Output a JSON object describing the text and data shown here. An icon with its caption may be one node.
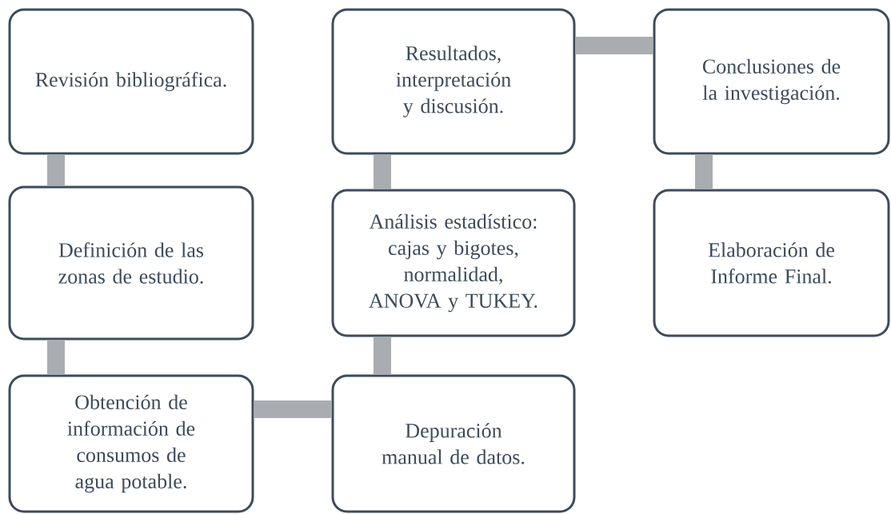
{
  "diagram": {
    "nodes": [
      {
        "text": [
          "Revisión bibliográfica."
        ]
      },
      {
        "text": [
          "Definición de las zonas de estudio."
        ]
      },
      {
        "text": [
          "Obtención de información de consumos de agua potable."
        ]
      },
      {
        "text": [
          "Depuración manual de datos."
        ]
      },
      {
        "text": [
          "Análisis estadístico: cajas y bigotes, normalidad, ANOVA y TUKEY."
        ]
      },
      {
        "text": [
          "Resultados, interpretación y discusión."
        ]
      },
      {
        "text": [
          "Conclusiones de la investigación."
        ]
      },
      {
        "text": [
          "Elaboración de Informe Final."
        ]
      }
    ],
    "edges": [
      {
        "from": 0,
        "to": 1,
        "arrow": "none"
      },
      {
        "from": 1,
        "to": 2,
        "arrow": "none"
      },
      {
        "from": 2,
        "to": 3,
        "arrow": "none"
      },
      {
        "from": 3,
        "to": 4,
        "arrow": "none"
      },
      {
        "from": 4,
        "to": 5,
        "arrow": "none"
      },
      {
        "from": 5,
        "to": 6,
        "arrow": "none"
      },
      {
        "from": 6,
        "to": 7,
        "arrow": "none"
      }
    ]
  }
}
